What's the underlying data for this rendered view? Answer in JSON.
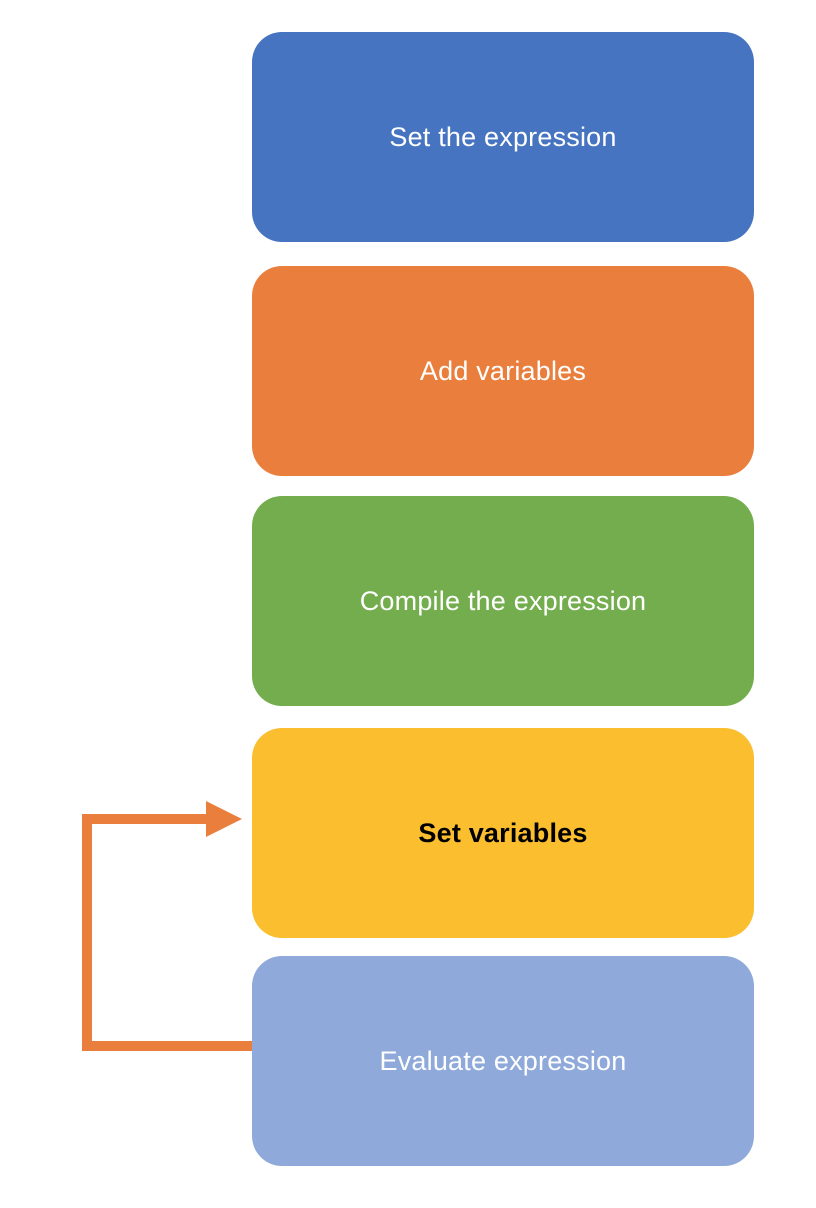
{
  "steps": [
    {
      "label": "Set the expression",
      "color": "#4674C1",
      "text_color": "#FFFFFF"
    },
    {
      "label": "Add variables",
      "color": "#EA7F3D",
      "text_color": "#FFFFFF"
    },
    {
      "label": "Compile the expression",
      "color": "#74AD4E",
      "text_color": "#FFFFFF"
    },
    {
      "label": "Set variables",
      "color": "#FBBE2E",
      "text_color": "#000000"
    },
    {
      "label": "Evaluate expression",
      "color": "#8FAADA",
      "text_color": "#FFFFFF"
    }
  ],
  "loop_arrow": {
    "from": "Evaluate expression",
    "to": "Set variables",
    "color": "#EA7F3D"
  }
}
